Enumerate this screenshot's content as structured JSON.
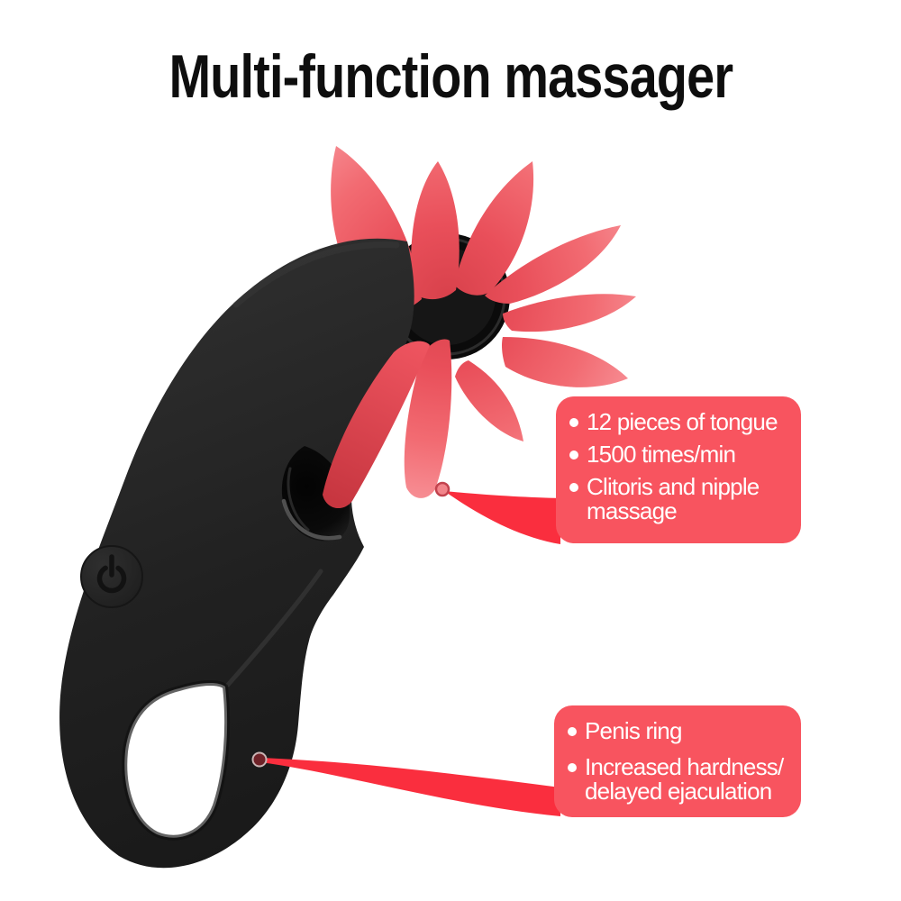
{
  "title": "Multi-function massager",
  "colors": {
    "background": "#ffffff",
    "title_text": "#0e0e0e",
    "callout_box": "#f8545f",
    "pointer_wedge": "#fa2e3e",
    "callout_text": "#ffffff",
    "petal_red": "#f05a63",
    "tongue_dark_red": "#c73640",
    "body_black": "#222222"
  },
  "callouts": [
    {
      "id": "tongue-features",
      "items": [
        {
          "lines": [
            "12 pieces of tongue"
          ]
        },
        {
          "lines": [
            "1500 times/min"
          ]
        },
        {
          "lines": [
            "Clitoris and nipple",
            "massage"
          ]
        }
      ]
    },
    {
      "id": "ring-features",
      "items": [
        {
          "lines": [
            "Penis ring"
          ]
        },
        {
          "lines": [
            "Increased hardness/",
            "delayed ejaculation"
          ]
        }
      ]
    }
  ],
  "product": {
    "description": "black silicone cock-ring massager with 12-petal rotating tongue wheel",
    "tongue_pieces": 12,
    "speed": "1500 times/min",
    "icons": [
      "power-icon"
    ]
  }
}
